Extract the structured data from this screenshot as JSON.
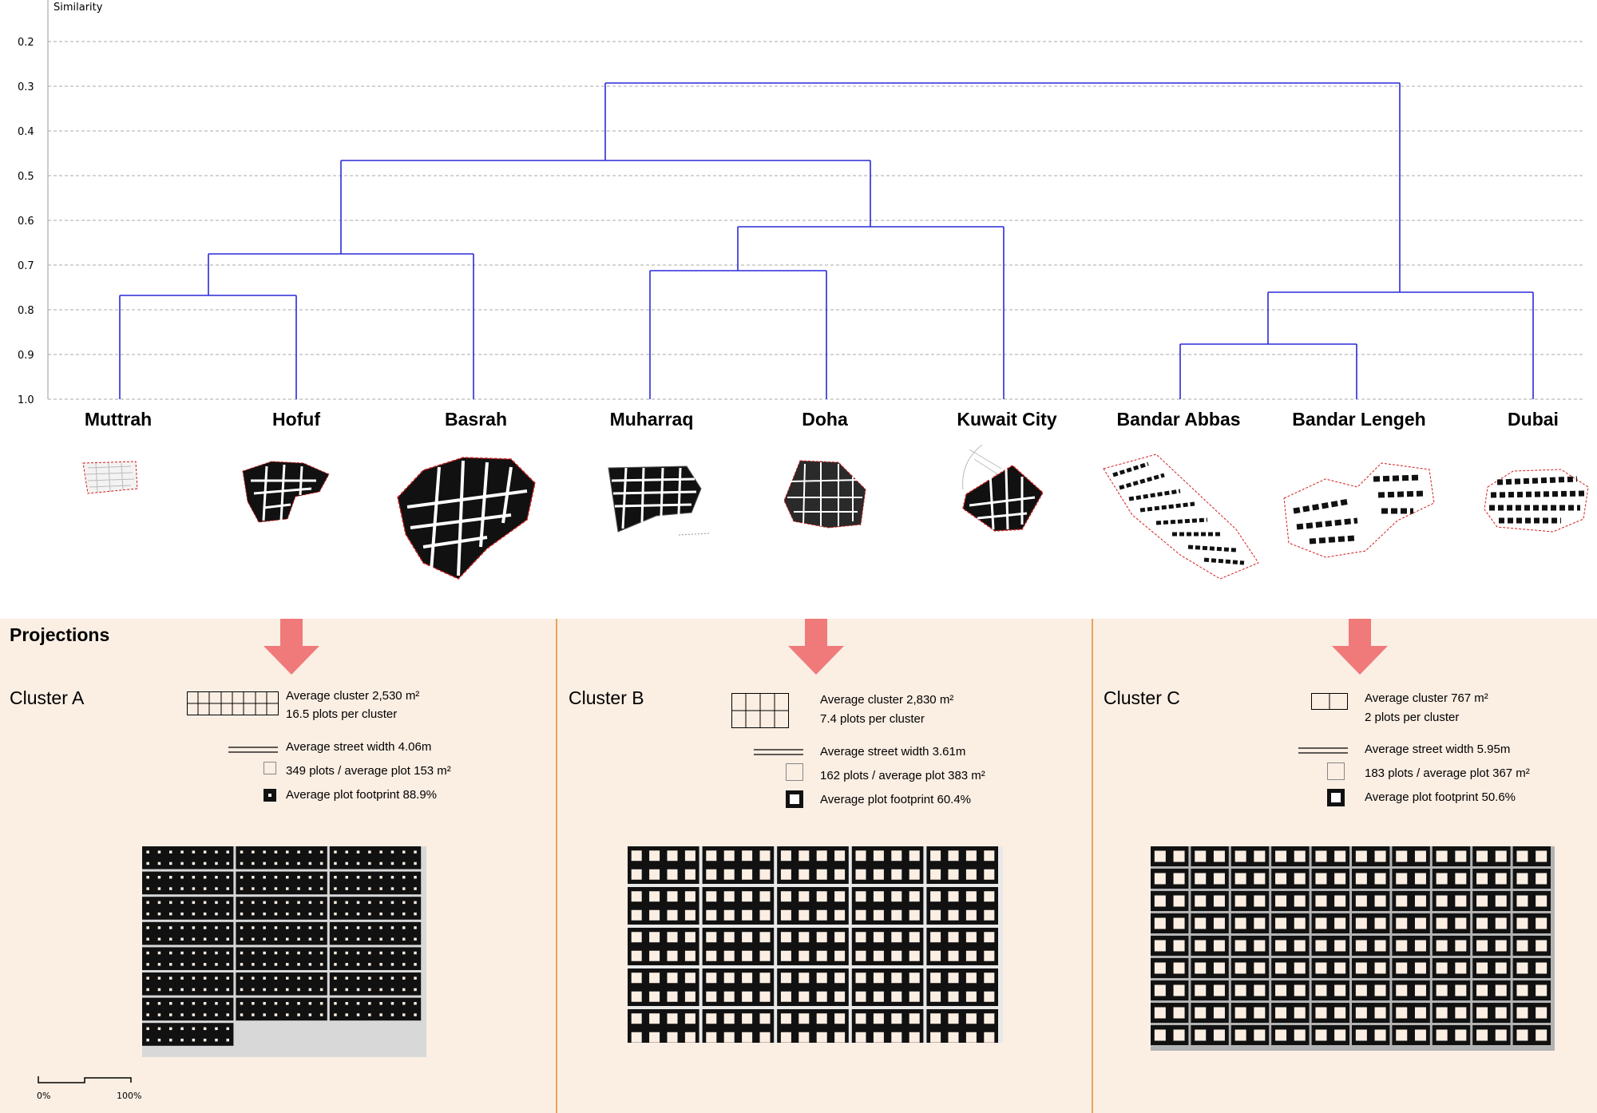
{
  "axis": {
    "title": "Similarity",
    "ticks": [
      "0.2",
      "0.3",
      "0.4",
      "0.5",
      "0.6",
      "0.7",
      "0.8",
      "0.9",
      "1.0"
    ]
  },
  "colors": {
    "dendrogram": "#2a2ad8",
    "arrow": "#f07a7a",
    "panel_bg": "#fbeee3",
    "divider": "#e8a35a",
    "map_outline": "#d21c1c"
  },
  "cities": [
    "Muttrah",
    "Hofuf",
    "Basrah",
    "Muharraq",
    "Doha",
    "Kuwait City",
    "Bandar Abbas",
    "Bandar Lengeh",
    "Dubai"
  ],
  "projections": {
    "title": "Projections",
    "clusters": [
      {
        "name": "Cluster A",
        "avg_cluster": "Average cluster 2,530 m²",
        "plots_per_cluster": "16.5 plots per cluster",
        "street_width": "Average street width 4.06m",
        "plots": "349 plots / average plot 153 m²",
        "footprint": "Average plot footprint 88.9%",
        "footprint_value": 88.9
      },
      {
        "name": "Cluster B",
        "avg_cluster": "Average cluster 2,830 m²",
        "plots_per_cluster": "7.4 plots per cluster",
        "street_width": "Average street width 3.61m",
        "plots": "162 plots / average plot 383 m²",
        "footprint": "Average plot footprint 60.4%",
        "footprint_value": 60.4
      },
      {
        "name": "Cluster C",
        "avg_cluster": "Average cluster 767 m²",
        "plots_per_cluster": "2 plots per cluster",
        "street_width": "Average street width 5.95m",
        "plots": "183 plots / average plot 367 m²",
        "footprint": "Average plot footprint 50.6%",
        "footprint_value": 50.6
      }
    ],
    "scale": {
      "min": "0%",
      "max": "100%"
    }
  }
}
